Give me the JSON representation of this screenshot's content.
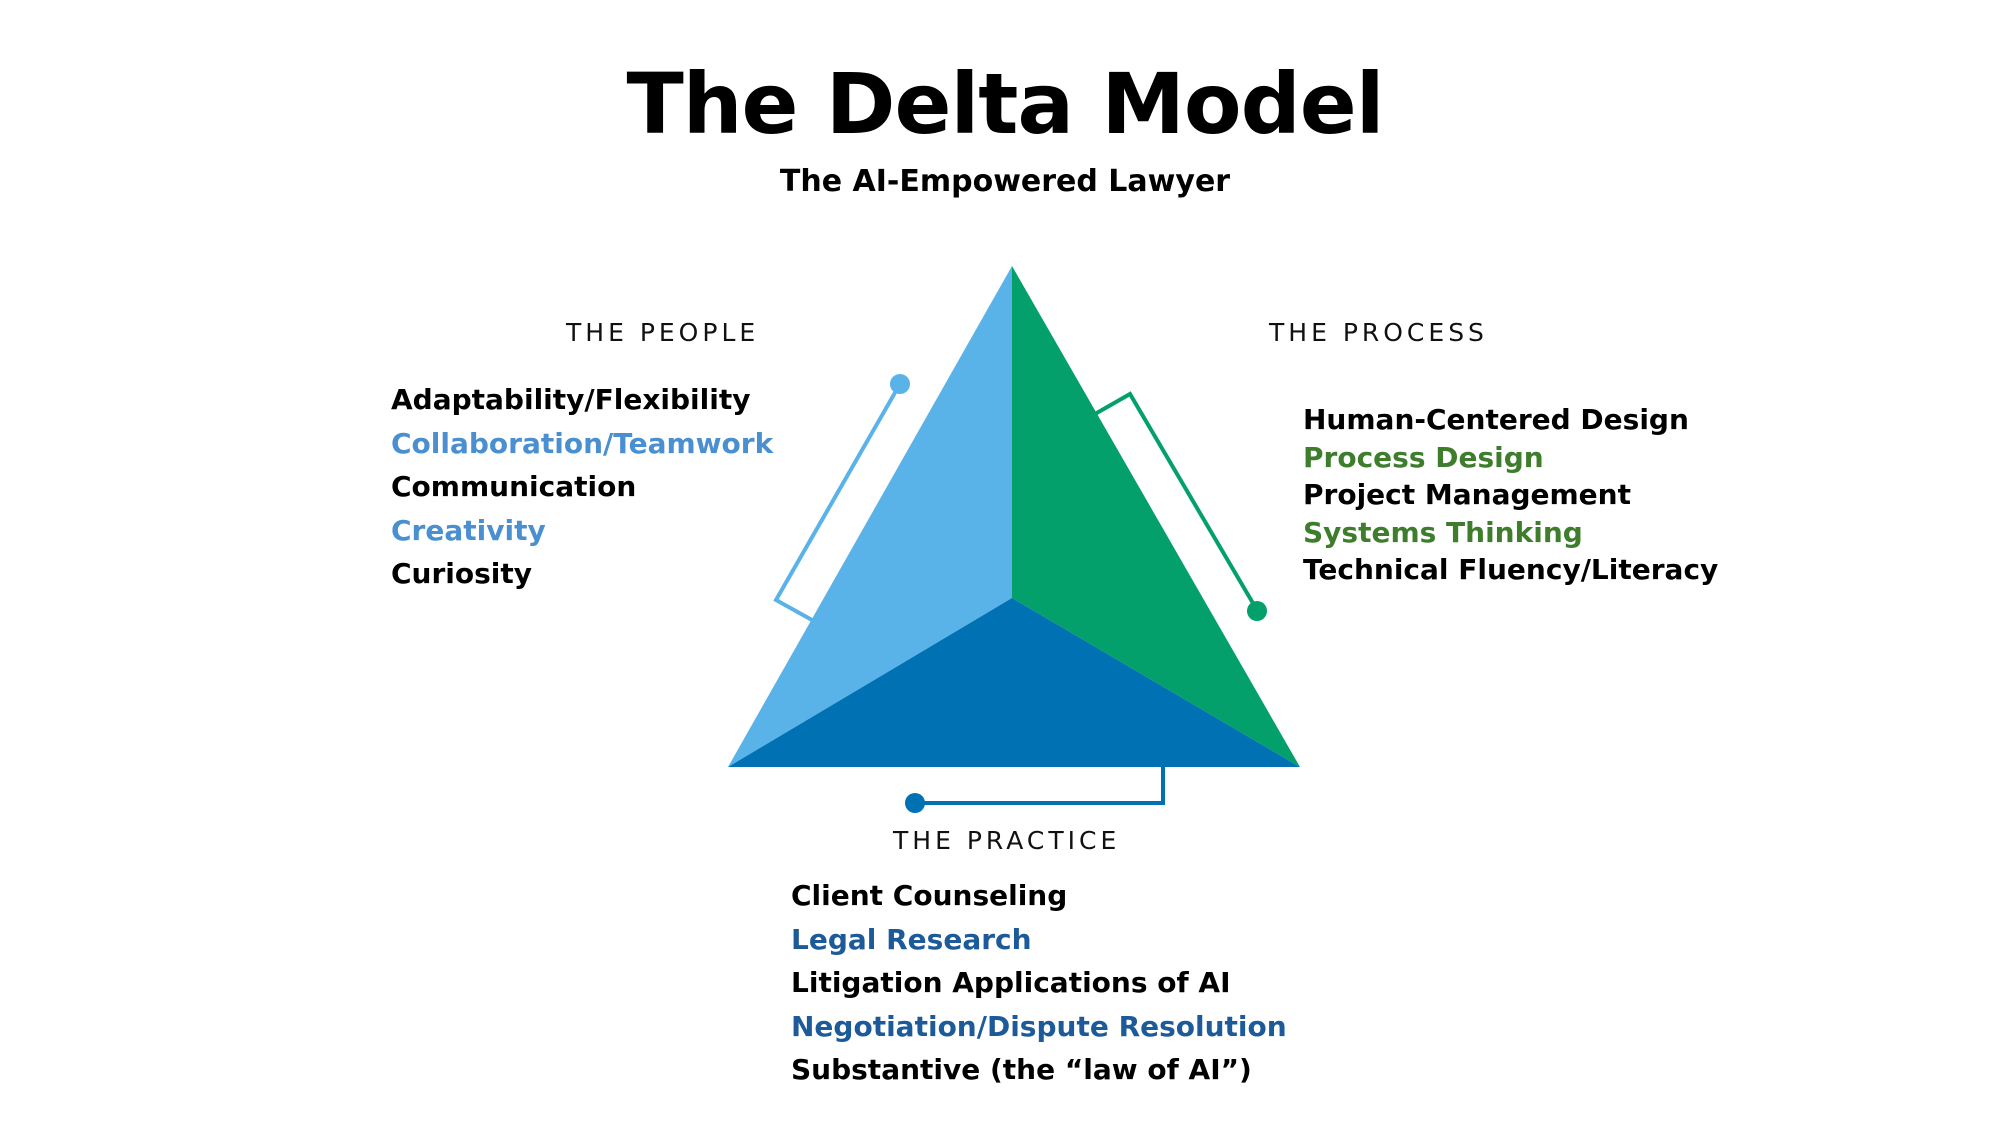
{
  "title": "The Delta Model",
  "subtitle": "The AI-Empowered Lawyer",
  "colors": {
    "people": "#5ab3e8",
    "process": "#03a06c",
    "practice": "#0071b3",
    "people_text_accent": "#4a8fd0",
    "process_text_accent": "#3d7d2c",
    "practice_text_accent": "#1d5a99"
  },
  "people": {
    "heading": "THE PEOPLE",
    "items": [
      "Adaptability/Flexibility",
      "Collaboration/Teamwork",
      "Communication",
      "Creativity",
      "Curiosity"
    ]
  },
  "process": {
    "heading": "THE PROCESS",
    "items": [
      "Human-Centered Design",
      "Process Design",
      "Project Management",
      "Systems Thinking",
      "Technical Fluency/Literacy"
    ]
  },
  "practice": {
    "heading": "THE PRACTICE",
    "items": [
      "Client Counseling",
      "Legal Research",
      "Litigation Applications of AI",
      "Negotiation/Dispute Resolution",
      "Substantive (the “law of AI”)"
    ]
  }
}
